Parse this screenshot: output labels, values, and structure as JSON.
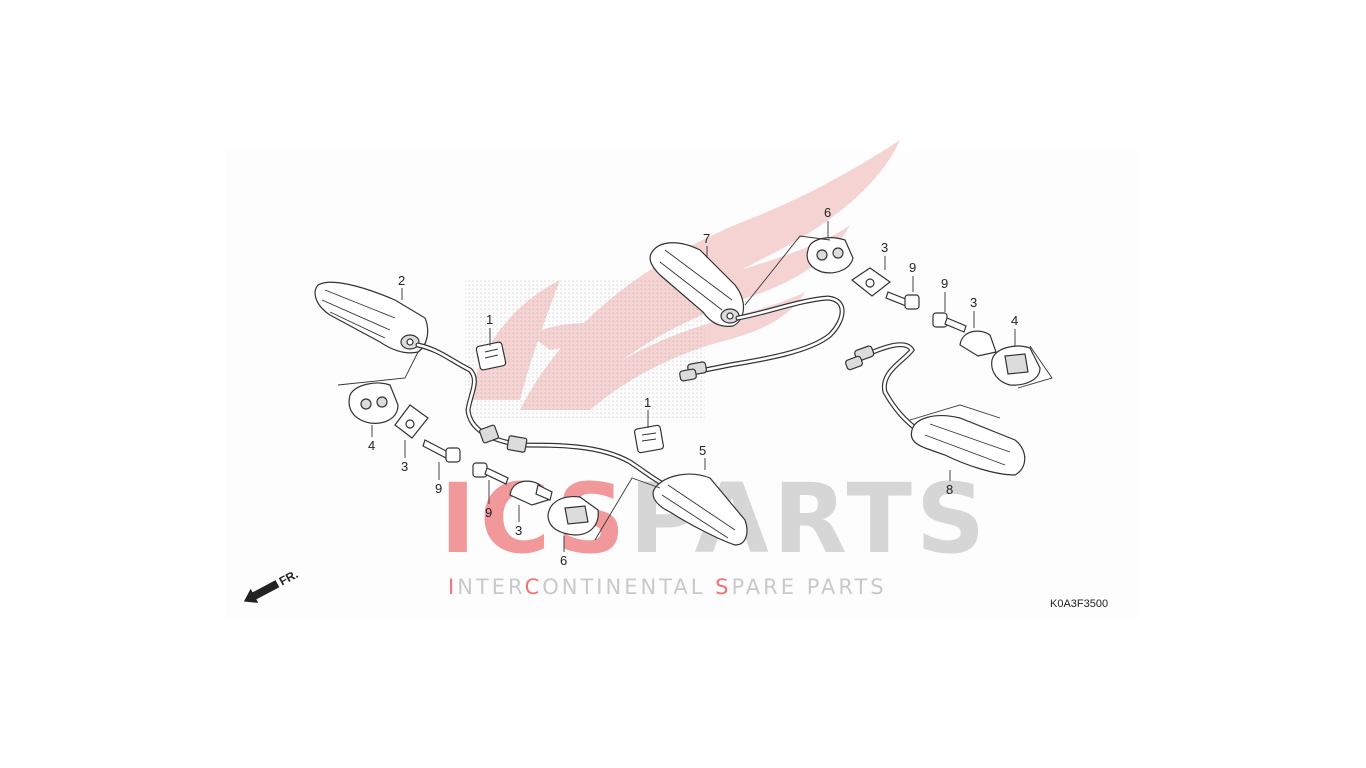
{
  "diagram": {
    "figure_code": "K0A3F3500",
    "front_indicator": "FR.",
    "callouts": [
      "1",
      "1",
      "2",
      "3",
      "3",
      "3",
      "3",
      "4",
      "4",
      "5",
      "6",
      "6",
      "7",
      "8",
      "9",
      "9",
      "9",
      "9"
    ]
  },
  "watermark": {
    "brand_left": "ICS",
    "brand_right": "PARTS",
    "tagline_parts": [
      "I",
      "NTER",
      "C",
      "ONTINENTAL ",
      "S",
      "PARE PARTS"
    ],
    "accent_color": "#e8474c",
    "neutral_color": "#b8b8b8",
    "logo_color": "#f4c6c6",
    "logo_icon": "wing-icon"
  }
}
